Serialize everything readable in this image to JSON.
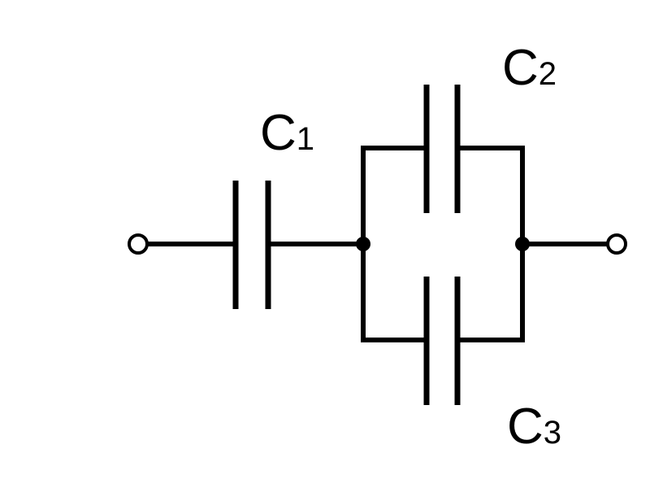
{
  "components": {
    "c1": {
      "letter": "C",
      "subscript": "1"
    },
    "c2": {
      "letter": "C",
      "subscript": "2"
    },
    "c3": {
      "letter": "C",
      "subscript": "3"
    }
  },
  "colors": {
    "line": "#000000",
    "background": "#ffffff"
  }
}
